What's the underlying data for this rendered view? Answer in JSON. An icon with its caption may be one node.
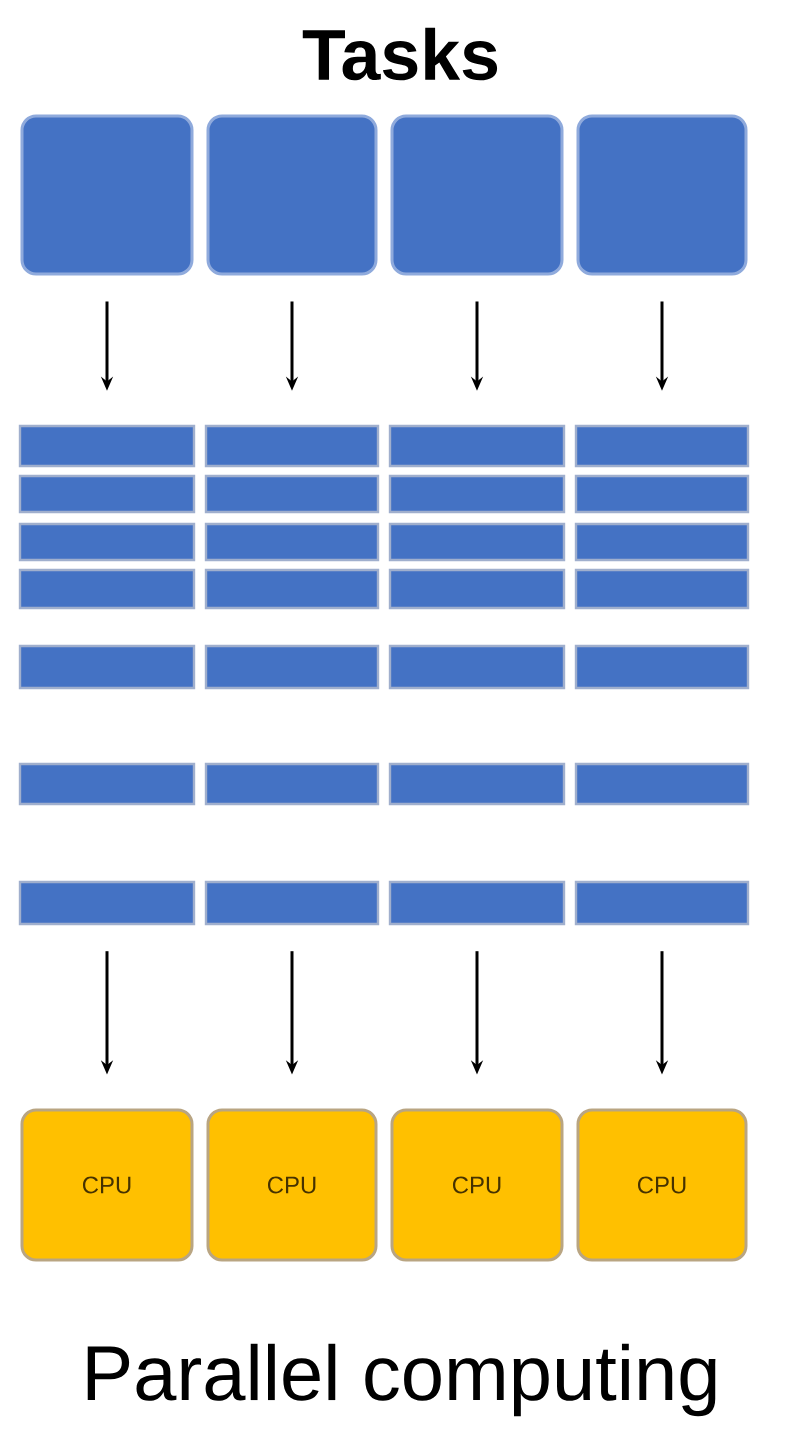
{
  "diagram": {
    "title": "Tasks",
    "caption": "Parallel computing",
    "nodes": [
      {
        "text": [],
        "shape": "box"
      },
      {
        "text": [],
        "shape": "box"
      },
      {
        "text": [],
        "shape": "box"
      },
      {
        "text": [],
        "shape": "box"
      },
      {
        "text": [],
        "shape": "bar"
      },
      {
        "text": [],
        "shape": "bar"
      },
      {
        "text": [],
        "shape": "bar"
      },
      {
        "text": [],
        "shape": "bar"
      },
      {
        "text": [],
        "shape": "bar"
      },
      {
        "text": [],
        "shape": "bar"
      },
      {
        "text": [],
        "shape": "bar"
      },
      {
        "text": [],
        "shape": "bar"
      },
      {
        "text": [],
        "shape": "bar"
      },
      {
        "text": [],
        "shape": "bar"
      },
      {
        "text": [],
        "shape": "bar"
      },
      {
        "text": [],
        "shape": "bar"
      },
      {
        "text": [],
        "shape": "bar"
      },
      {
        "text": [],
        "shape": "bar"
      },
      {
        "text": [],
        "shape": "bar"
      },
      {
        "text": [],
        "shape": "bar"
      },
      {
        "text": [],
        "shape": "bar"
      },
      {
        "text": [],
        "shape": "bar"
      },
      {
        "text": [],
        "shape": "bar"
      },
      {
        "text": [],
        "shape": "bar"
      },
      {
        "text": [],
        "shape": "bar"
      },
      {
        "text": [],
        "shape": "bar"
      },
      {
        "text": [],
        "shape": "bar"
      },
      {
        "text": [],
        "shape": "bar"
      },
      {
        "text": [],
        "shape": "bar"
      },
      {
        "text": [],
        "shape": "bar"
      },
      {
        "text": [],
        "shape": "bar"
      },
      {
        "text": [],
        "shape": "bar"
      },
      {
        "text": [
          "CPU"
        ]
      },
      {
        "text": [
          "CPU"
        ]
      },
      {
        "text": [
          "CPU"
        ]
      },
      {
        "text": [
          "CPU"
        ]
      }
    ],
    "edges": [
      {
        "from": 0,
        "to": 4,
        "arrow": "to"
      },
      {
        "from": 1,
        "to": 5,
        "arrow": "to"
      },
      {
        "from": 2,
        "to": 6,
        "arrow": "to"
      },
      {
        "from": 3,
        "to": 7,
        "arrow": "to"
      },
      {
        "from": 28,
        "to": 32,
        "arrow": "to"
      },
      {
        "from": 29,
        "to": 33,
        "arrow": "to"
      },
      {
        "from": 30,
        "to": 34,
        "arrow": "to"
      },
      {
        "from": 31,
        "to": 35,
        "arrow": "to"
      }
    ]
  }
}
